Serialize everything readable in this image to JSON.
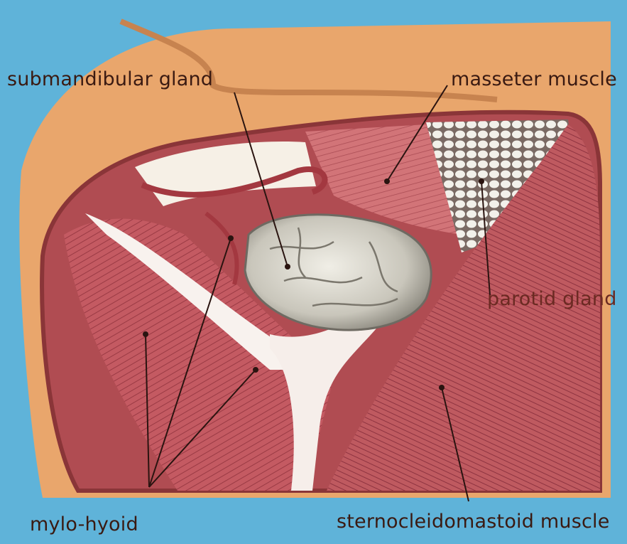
{
  "labels": {
    "submandibular_gland": "submandibular gland",
    "masseter_muscle": "masseter muscle",
    "parotid_gland": "parotid gland",
    "mylo_hyoid": "mylo-hyoid",
    "sternocleidomastoid_muscle": "sternocleidomastoid muscle"
  },
  "colors": {
    "background": "#5fb3d9",
    "skin": "#e8a870",
    "muscle": "#c06066",
    "gland": "#d8d6cc",
    "tendon": "#f4ece8",
    "leader_line": "#2a1410"
  }
}
